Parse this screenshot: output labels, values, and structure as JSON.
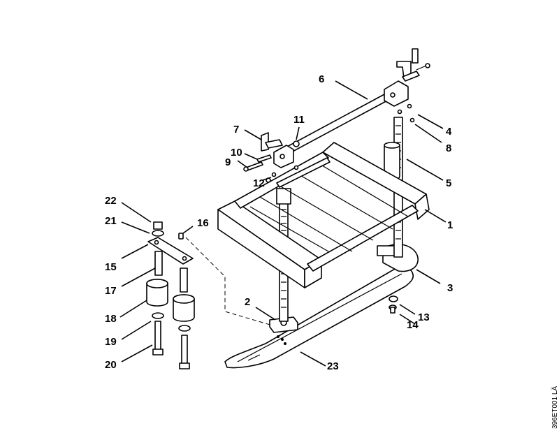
{
  "callouts": [
    {
      "label": "1"
    },
    {
      "label": "2"
    },
    {
      "label": "3"
    },
    {
      "label": "4"
    },
    {
      "label": "5"
    },
    {
      "label": "6"
    },
    {
      "label": "7"
    },
    {
      "label": "8"
    },
    {
      "label": "9"
    },
    {
      "label": "10"
    },
    {
      "label": "11"
    },
    {
      "label": "12"
    },
    {
      "label": "13"
    },
    {
      "label": "14"
    },
    {
      "label": "15"
    },
    {
      "label": "16"
    },
    {
      "label": "17"
    },
    {
      "label": "18"
    },
    {
      "label": "19"
    },
    {
      "label": "20"
    },
    {
      "label": "21"
    },
    {
      "label": "22"
    },
    {
      "label": "23"
    }
  ],
  "reference_code": "396ET001 LÄ"
}
